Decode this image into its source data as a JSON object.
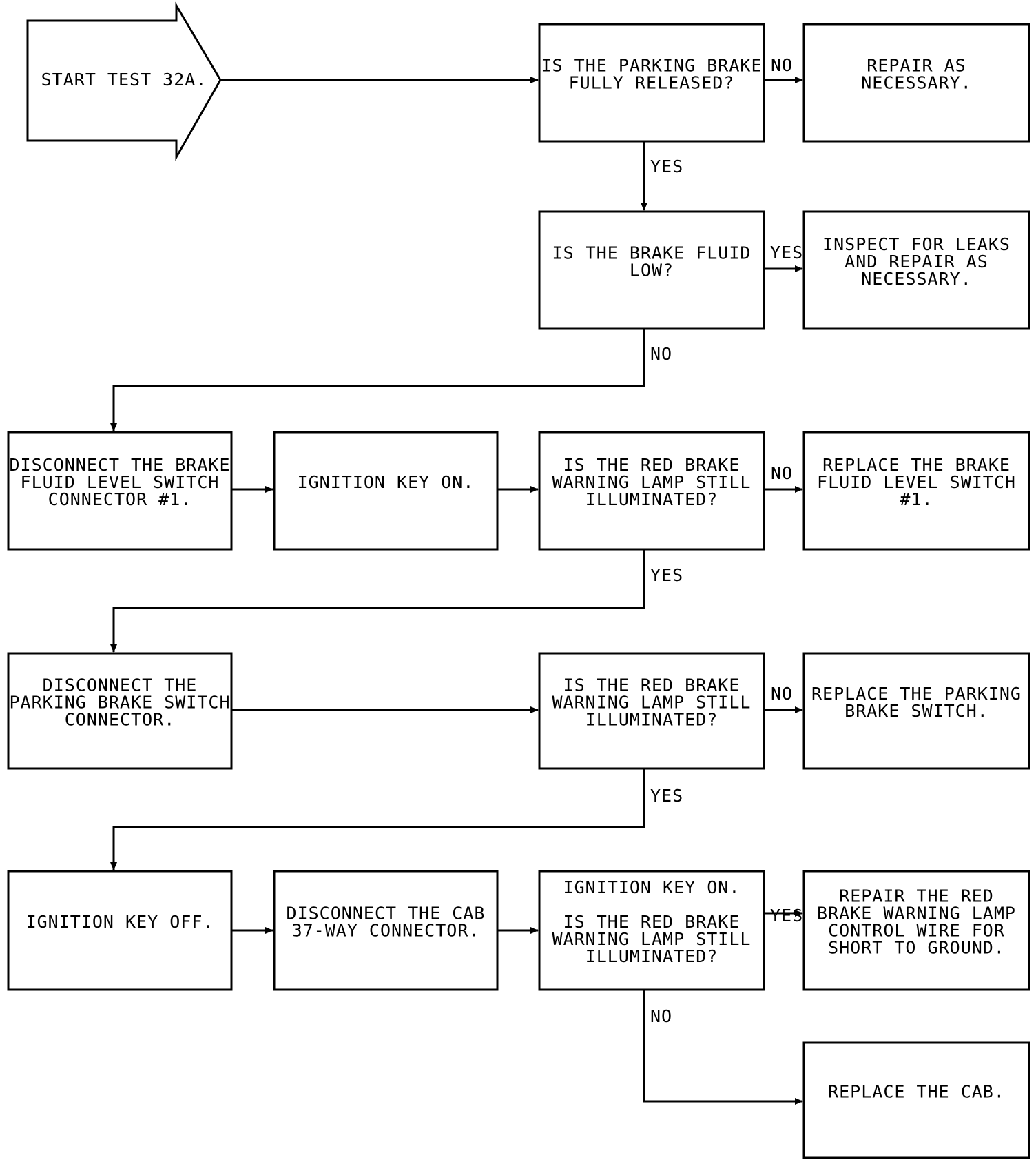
{
  "nodes": {
    "start": [
      "START TEST 32A."
    ],
    "q_parking_released": [
      "IS THE PARKING BRAKE",
      "FULLY RELEASED?"
    ],
    "repair_as_necessary": [
      "REPAIR AS",
      "NECESSARY."
    ],
    "q_fluid_low": [
      "IS THE BRAKE FLUID",
      "LOW?"
    ],
    "inspect_leaks": [
      "INSPECT FOR LEAKS",
      "AND REPAIR AS",
      "NECESSARY."
    ],
    "disconnect_fluid_switch": [
      "DISCONNECT THE BRAKE",
      "FLUID LEVEL SWITCH",
      "CONNECTOR #1."
    ],
    "ignition_on_1": [
      "IGNITION KEY ON."
    ],
    "q_lamp_1": [
      "IS THE RED BRAKE",
      "WARNING LAMP STILL",
      "ILLUMINATED?"
    ],
    "replace_fluid_switch": [
      "REPLACE THE BRAKE",
      "FLUID LEVEL SWITCH",
      "#1."
    ],
    "disconnect_parking_switch": [
      "DISCONNECT THE",
      "PARKING BRAKE SWITCH",
      "CONNECTOR."
    ],
    "q_lamp_2": [
      "IS THE RED BRAKE",
      "WARNING LAMP STILL",
      "ILLUMINATED?"
    ],
    "replace_parking_switch": [
      "REPLACE THE PARKING",
      "BRAKE SWITCH."
    ],
    "ignition_off": [
      "IGNITION KEY OFF."
    ],
    "disconnect_cab": [
      "DISCONNECT THE CAB",
      "37-WAY CONNECTOR."
    ],
    "q_lamp_3": [
      "IGNITION KEY ON.",
      "",
      "IS THE RED BRAKE",
      "WARNING LAMP STILL",
      "ILLUMINATED?"
    ],
    "repair_control_wire": [
      "REPAIR THE RED",
      "BRAKE WARNING LAMP",
      "CONTROL WIRE FOR",
      "SHORT TO GROUND."
    ],
    "replace_cab": [
      "REPLACE THE CAB."
    ]
  },
  "edge_labels": {
    "no_1": "NO",
    "yes_1": "YES",
    "yes_2": "YES",
    "no_2": "NO",
    "no_3": "NO",
    "yes_3": "YES",
    "no_4": "NO",
    "yes_4": "YES",
    "yes_5": "YES",
    "no_5": "NO"
  }
}
